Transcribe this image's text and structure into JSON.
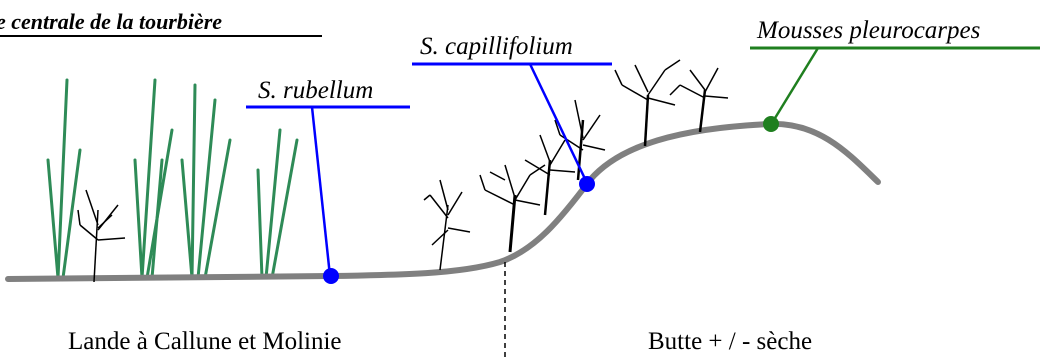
{
  "title": "e centrale de la tourbière",
  "labels": {
    "rubellum": "S. rubellum",
    "capillifolium": "S. capillifolium",
    "pleurocarpes": "Mousses pleurocarpes"
  },
  "zones": {
    "left": "Lande à Callune et Molinie",
    "right": "Butte + / - sèche"
  },
  "colors": {
    "ground": "#808080",
    "rubellum": "#0000ff",
    "capillifolium": "#0000ff",
    "pleurocarpes": "#1f7f1f",
    "grass": "#2e8b57",
    "shrub": "#000000"
  }
}
